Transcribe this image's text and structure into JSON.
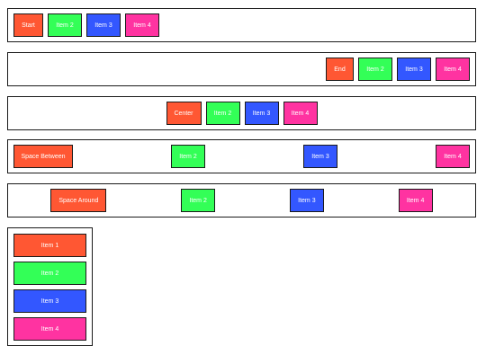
{
  "rows": {
    "start": {
      "labels": [
        "Start",
        "Item 2",
        "Item 3",
        "Item 4"
      ]
    },
    "end": {
      "labels": [
        "End",
        "Item 2",
        "Item 3",
        "Item 4"
      ]
    },
    "center": {
      "labels": [
        "Center",
        "Item 2",
        "Item 3",
        "Item 4"
      ]
    },
    "between": {
      "labels": [
        "Space Between",
        "Item 2",
        "Item 3",
        "Item 4"
      ]
    },
    "around": {
      "labels": [
        "Space Around",
        "Item 2",
        "Item 3",
        "Item 4"
      ]
    }
  },
  "column": {
    "labels": [
      "Item 1",
      "Item 2",
      "Item 3",
      "Item 4"
    ]
  },
  "colors": {
    "item1": "#ff5733",
    "item2": "#33ff57",
    "item3": "#3357ff",
    "item4": "#ff33a1",
    "border": "#1a1a1a",
    "text": "#ffffff"
  }
}
